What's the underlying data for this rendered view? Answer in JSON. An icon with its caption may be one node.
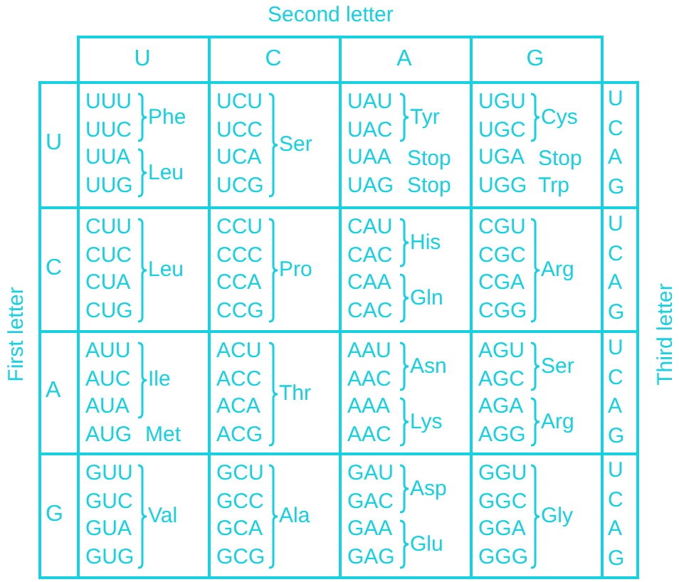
{
  "diagram": {
    "labels": [
      "Second letter",
      "First letter",
      "Third letter",
      "U",
      "C",
      "A",
      "G",
      "U",
      "UUU",
      "UUC",
      "UUA",
      "UUG",
      "Phe",
      "Leu",
      "UCU",
      "UCC",
      "UCA",
      "UCG",
      "Ser",
      "UAU",
      "UAC",
      "UAA",
      "UAG",
      "Tyr",
      "Stop",
      "Stop",
      "UGU",
      "UGC",
      "UGA",
      "UGG",
      "Cys",
      "Stop",
      "Trp",
      "U",
      "C",
      "A",
      "G",
      "C",
      "CUU",
      "CUC",
      "CUA",
      "CUG",
      "Leu",
      "CCU",
      "CCC",
      "CCA",
      "CCG",
      "Pro",
      "CAU",
      "CAC",
      "CAA",
      "CAC",
      "His",
      "Gln",
      "CGU",
      "CGC",
      "CGA",
      "CGG",
      "Arg",
      "U",
      "C",
      "A",
      "G",
      "A",
      "AUU",
      "AUC",
      "AUA",
      "AUG",
      "Ile",
      "Met",
      "ACU",
      "ACC",
      "ACA",
      "ACG",
      "Thr",
      "AAU",
      "AAC",
      "AAA",
      "AAC",
      "Asn",
      "Lys",
      "AGU",
      "AGC",
      "AGA",
      "AGG",
      "Ser",
      "Arg",
      "U",
      "C",
      "A",
      "G",
      "G",
      "GUU",
      "GUC",
      "GUA",
      "GUG",
      "Val",
      "GCU",
      "GCC",
      "GCA",
      "GCG",
      "Ala",
      "GAU",
      "GAC",
      "GAA",
      "GAG",
      "Asp",
      "Glu",
      "GGU",
      "GGC",
      "GGA",
      "GGG",
      "Gly",
      "U",
      "C",
      "A",
      "G"
    ]
  }
}
